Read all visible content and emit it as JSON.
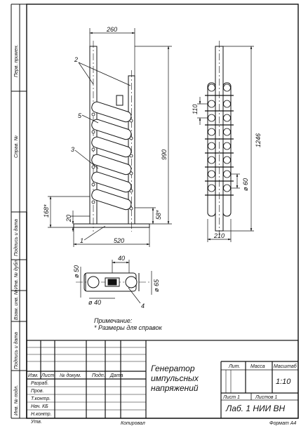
{
  "side_column": {
    "labels": [
      "Перв. примен.",
      "Справ. №",
      "Подпись и дата",
      "Инв. № дубл.",
      "Взам. инв. №",
      "Подпись и дата",
      "Инв. № подл."
    ]
  },
  "drawing": {
    "dims": {
      "width_top": "260",
      "height_main": "990",
      "height_168": "168*",
      "height_20": "20",
      "height_58": "58*",
      "base_width": "520",
      "right_height": "1246",
      "right_110": "110",
      "right_60": "ø 60",
      "right_width": "210",
      "bottom_40_top": "40",
      "bottom_50": "ø 50",
      "bottom_65": "ø 65",
      "bottom_40": "ø 40"
    },
    "callouts": {
      "c2": "2",
      "c5": "5",
      "c3": "3",
      "c1": "1",
      "c4": "4"
    },
    "note_title": "Примечание:",
    "note_text": "* Размеры для справок"
  },
  "title_block": {
    "headers": [
      "Изм.",
      "Лист",
      "№ докум.",
      "Подп.",
      "Дата"
    ],
    "rows": [
      "Разраб.",
      "Пров.",
      "Т.контр.",
      "Нач. КБ",
      "Н.контр.",
      "Утв."
    ],
    "title_lines": [
      "Генератор",
      "импульсных",
      "напряжений"
    ],
    "lit_label": "Лит.",
    "mass_label": "Масса",
    "scale_label": "Масштаб",
    "scale_value": "1:10",
    "sheet_label": "Лист 1",
    "sheets_label": "Листов 1",
    "org": "Лаб. 1 НИИ ВН"
  },
  "footer": {
    "copied": "Копировал",
    "format": "Формат А4"
  }
}
